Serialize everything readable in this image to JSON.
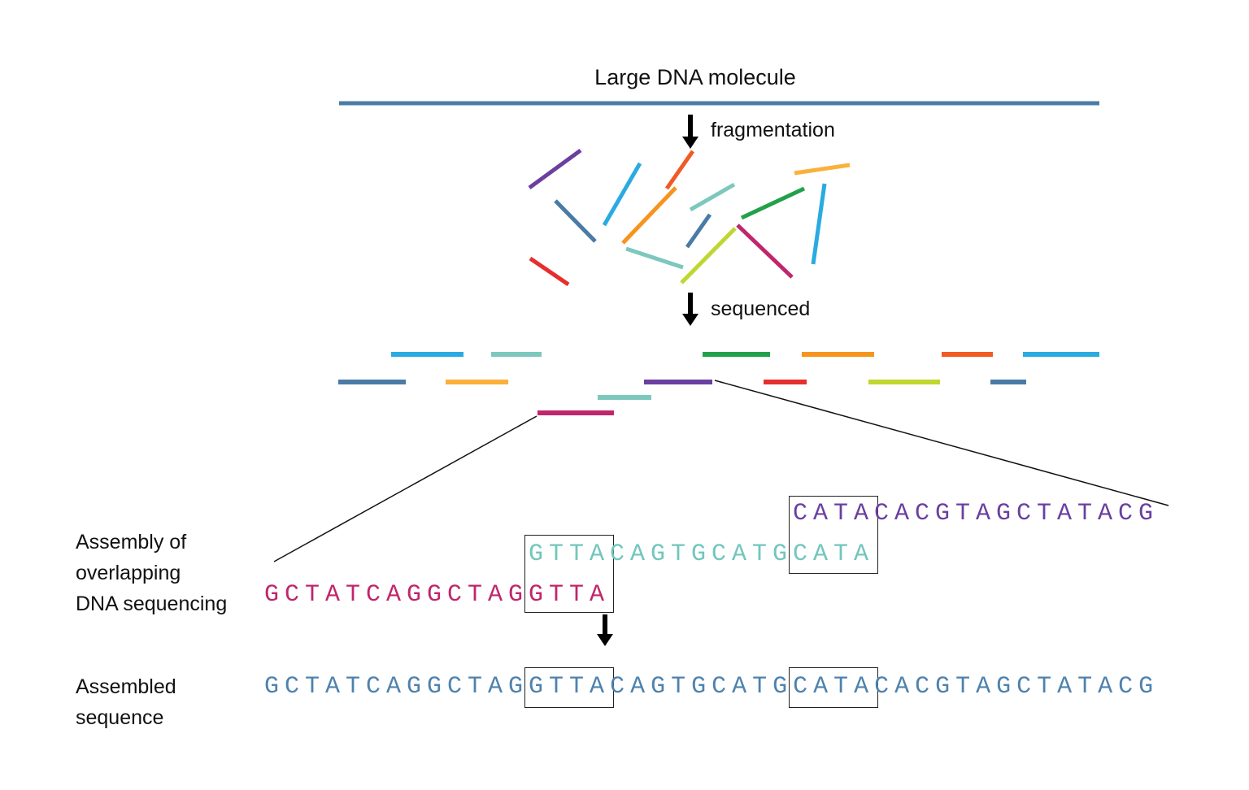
{
  "title": "Large DNA molecule",
  "steps": {
    "fragmentation": "fragmentation",
    "sequenced": "sequenced"
  },
  "labels": {
    "assembly_line1": "Assembly of",
    "assembly_line2": "overlapping",
    "assembly_line3": "DNA sequencing",
    "assembled_line1": "Assembled",
    "assembled_line2": "sequence"
  },
  "sequences": {
    "fragment_magenta": {
      "prefix": "GCTATCAGGCTAG",
      "overlap_end": "GTTA"
    },
    "fragment_teal": {
      "overlap_start": "GTTA",
      "middle": "CAGTGCATG",
      "overlap_end": "CATA"
    },
    "fragment_purple": {
      "overlap_start": "CATA",
      "suffix": "CACGTAGCTATACG"
    },
    "assembled": {
      "part1": "GCTATCAGGCTAG",
      "boxed1": "GTTA",
      "part2": "CAGTGCATG",
      "boxed2": "CATA",
      "part3": "CACGTAGCTATACG"
    }
  },
  "colors": {
    "dna_line": "#4A7BA6",
    "purple": "#6B3FA0",
    "steel": "#4A7BA6",
    "cyan": "#29ABE2",
    "orange": "#F7941D",
    "dark_orange": "#F15A24",
    "teal": "#7DC8BE",
    "yellow_green": "#BFD730",
    "green": "#22A14B",
    "yellow_orange": "#FBB03B",
    "magenta": "#C0266B",
    "red": "#E62E2E",
    "seq_magenta": "#C0266B",
    "seq_teal": "#72C6BC",
    "seq_purple": "#6B3FA0",
    "seq_assembled": "#4E82AE"
  }
}
